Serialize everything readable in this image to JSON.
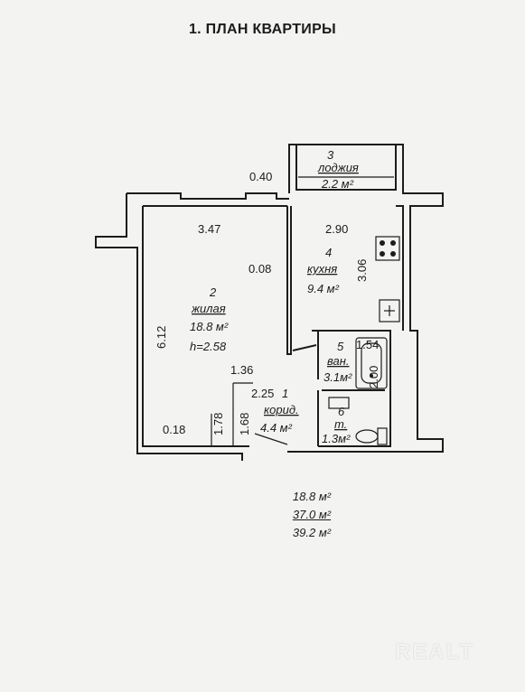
{
  "title": "1. ПЛАН КВАРТИРЫ",
  "rooms": [
    {
      "number": "2",
      "name": "жилая",
      "area": "18.8 м²",
      "height": "h=2.58"
    },
    {
      "number": "3",
      "name": "лоджия",
      "area": "2.2 м²"
    },
    {
      "number": "4",
      "name": "кухня",
      "area": "9.4 м²"
    },
    {
      "number": "5",
      "name": "ван.",
      "area": "3.1м²"
    },
    {
      "number": "6",
      "name": "т.",
      "area": "1.3м²"
    },
    {
      "number": "1",
      "name": "корид.",
      "area": "4.4 м²"
    }
  ],
  "dimensions": [
    "0.40",
    "3.47",
    "2.90",
    "0.08",
    "3.06",
    "6.12",
    "1.54",
    "2.00",
    "1.36",
    "2.25",
    "0.18",
    "1.78",
    "1.68"
  ],
  "totals": [
    "18.8 м²",
    "37.0 м²",
    "39.2 м²"
  ],
  "watermark": "REALT"
}
